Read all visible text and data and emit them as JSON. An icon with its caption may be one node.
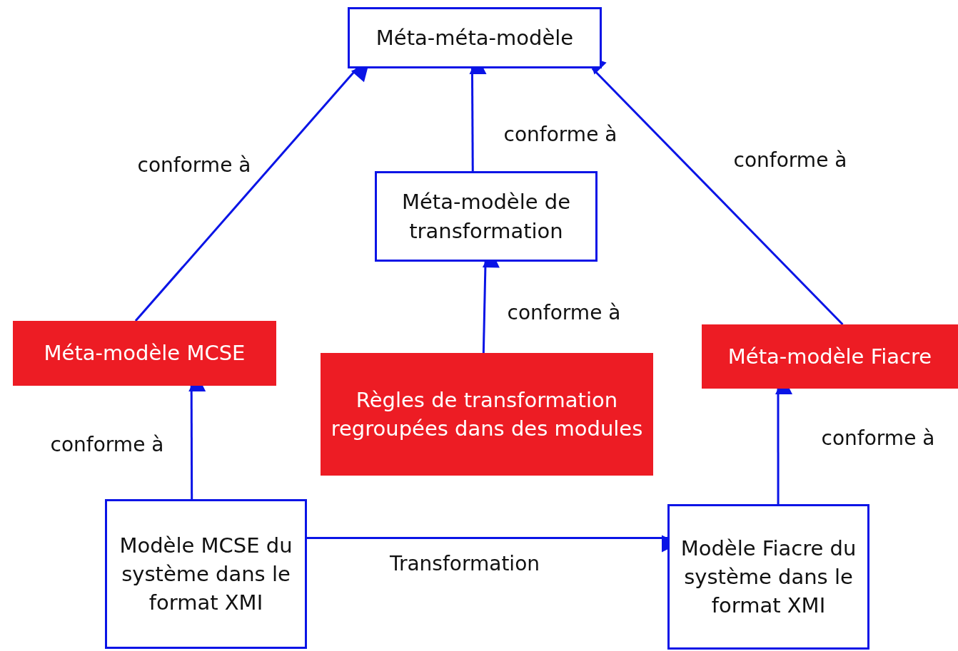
{
  "diagram": {
    "nodes": [
      {
        "text": [
          "Méta-méta-modèle"
        ]
      },
      {
        "text": [
          "Méta-modèle de transformation"
        ]
      },
      {
        "text": [
          "Méta-modèle MCSE"
        ]
      },
      {
        "text": [
          "Règles de transformation regroupées dans des modules"
        ]
      },
      {
        "text": [
          "Méta-modèle Fiacre"
        ]
      },
      {
        "text": [
          "Modèle MCSE du système dans le format XMI"
        ]
      },
      {
        "text": [
          "Modèle Fiacre du système dans le format XMI"
        ]
      }
    ],
    "edges": [
      {
        "from": 2,
        "to": 0,
        "arrow": "to",
        "label": "conforme à"
      },
      {
        "from": 1,
        "to": 0,
        "arrow": "to",
        "label": "conforme à"
      },
      {
        "from": 4,
        "to": 0,
        "arrow": "to",
        "label": "conforme à"
      },
      {
        "from": 3,
        "to": 1,
        "arrow": "to",
        "label": "conforme à"
      },
      {
        "from": 5,
        "to": 2,
        "arrow": "to",
        "label": "conforme à"
      },
      {
        "from": 6,
        "to": 4,
        "arrow": "to",
        "label": "conforme à"
      },
      {
        "from": 5,
        "to": 6,
        "arrow": "to",
        "label": "Transformation"
      }
    ]
  }
}
